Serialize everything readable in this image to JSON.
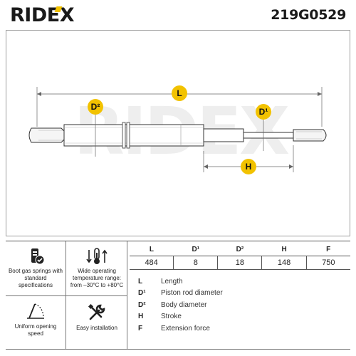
{
  "header": {
    "brand": "RIDEX",
    "part_number": "219G0529"
  },
  "drawing": {
    "watermark": "RIDEX",
    "labels": {
      "L": "L",
      "D2": "D²",
      "D1": "D¹",
      "H": "H"
    }
  },
  "features": [
    {
      "icon": "gas-cylinder-check-icon",
      "label": "Boot gas springs with standard specifications"
    },
    {
      "icon": "thermometer-arrows-icon",
      "label": "Wide operating temperature range: from –30°C to +80°C"
    },
    {
      "icon": "opening-arc-icon",
      "label": "Uniform opening speed"
    },
    {
      "icon": "wrench-screwdriver-icon",
      "label": "Easy installation"
    }
  ],
  "specs": {
    "headers": [
      "L",
      "D¹",
      "D²",
      "H",
      "F"
    ],
    "values": [
      "484",
      "8",
      "18",
      "148",
      "750"
    ]
  },
  "legend": [
    {
      "key": "L",
      "text": "Length"
    },
    {
      "key": "D¹",
      "text": "Piston rod diameter"
    },
    {
      "key": "D²",
      "text": "Body diameter"
    },
    {
      "key": "H",
      "text": "Stroke"
    },
    {
      "key": "F",
      "text": "Extension force"
    }
  ],
  "colors": {
    "accent": "#f2c200",
    "text": "#222222",
    "line": "#555555"
  }
}
